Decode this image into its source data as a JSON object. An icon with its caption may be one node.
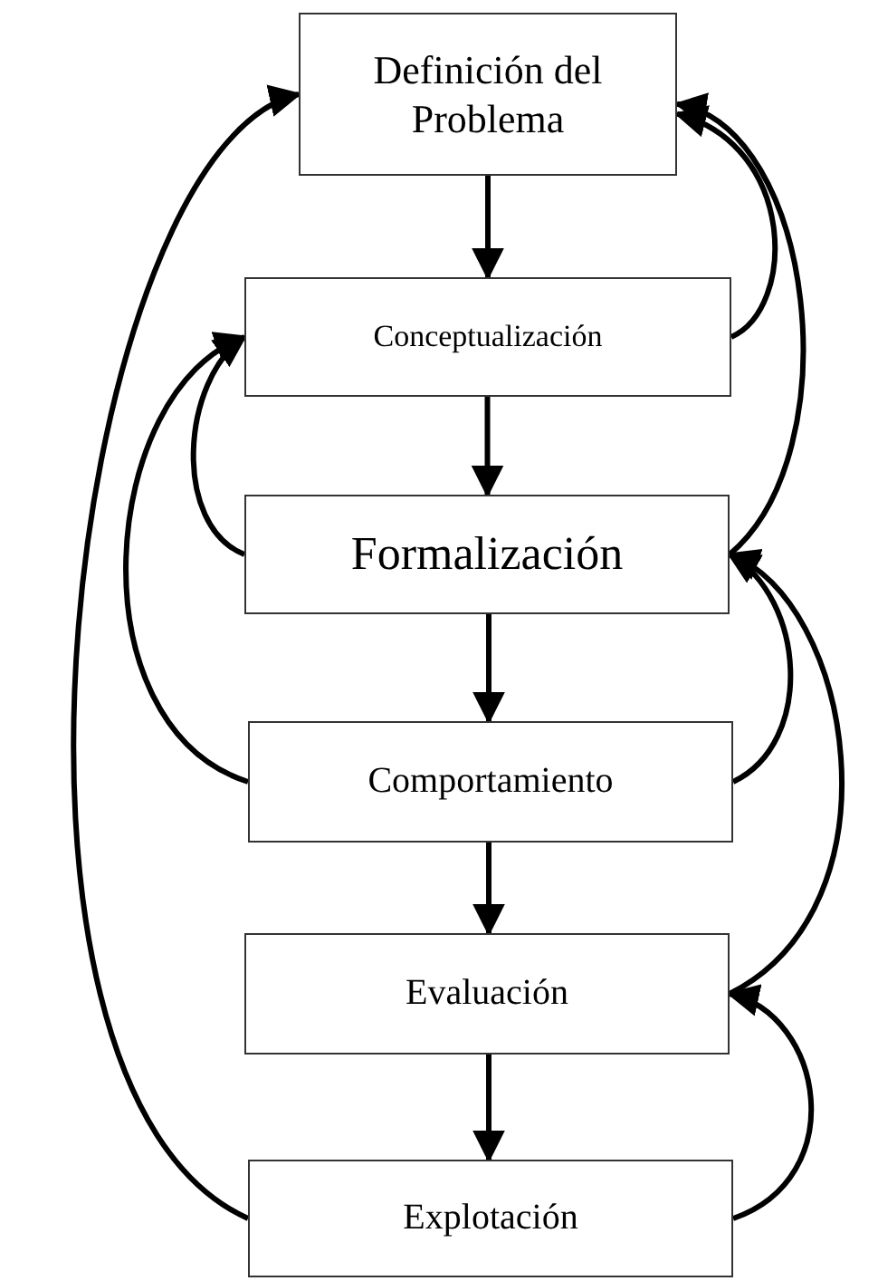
{
  "diagram": {
    "nodes": [
      {
        "text": [
          "Definición del Problema"
        ]
      },
      {
        "text": [
          "Conceptualización"
        ]
      },
      {
        "text": [
          "Formalización"
        ]
      },
      {
        "text": [
          "Comportamiento"
        ]
      },
      {
        "text": [
          "Evaluación"
        ]
      },
      {
        "text": [
          "Explotación"
        ]
      }
    ],
    "edges": [
      {
        "from": 0,
        "to": 1,
        "arrow": "to"
      },
      {
        "from": 1,
        "to": 2,
        "arrow": "to"
      },
      {
        "from": 2,
        "to": 3,
        "arrow": "to"
      },
      {
        "from": 3,
        "to": 4,
        "arrow": "to"
      },
      {
        "from": 4,
        "to": 5,
        "arrow": "to"
      },
      {
        "from": 1,
        "to": 0,
        "arrow": "to"
      },
      {
        "from": 2,
        "to": 0,
        "arrow": "to"
      },
      {
        "from": 3,
        "to": 2,
        "arrow": "to"
      },
      {
        "from": 4,
        "to": 2,
        "arrow": "to"
      },
      {
        "from": 5,
        "to": 4,
        "arrow": "to"
      },
      {
        "from": 5,
        "to": 0,
        "arrow": "to"
      },
      {
        "from": 2,
        "to": 1,
        "arrow": "to"
      },
      {
        "from": 3,
        "to": 1,
        "arrow": "to"
      }
    ]
  }
}
